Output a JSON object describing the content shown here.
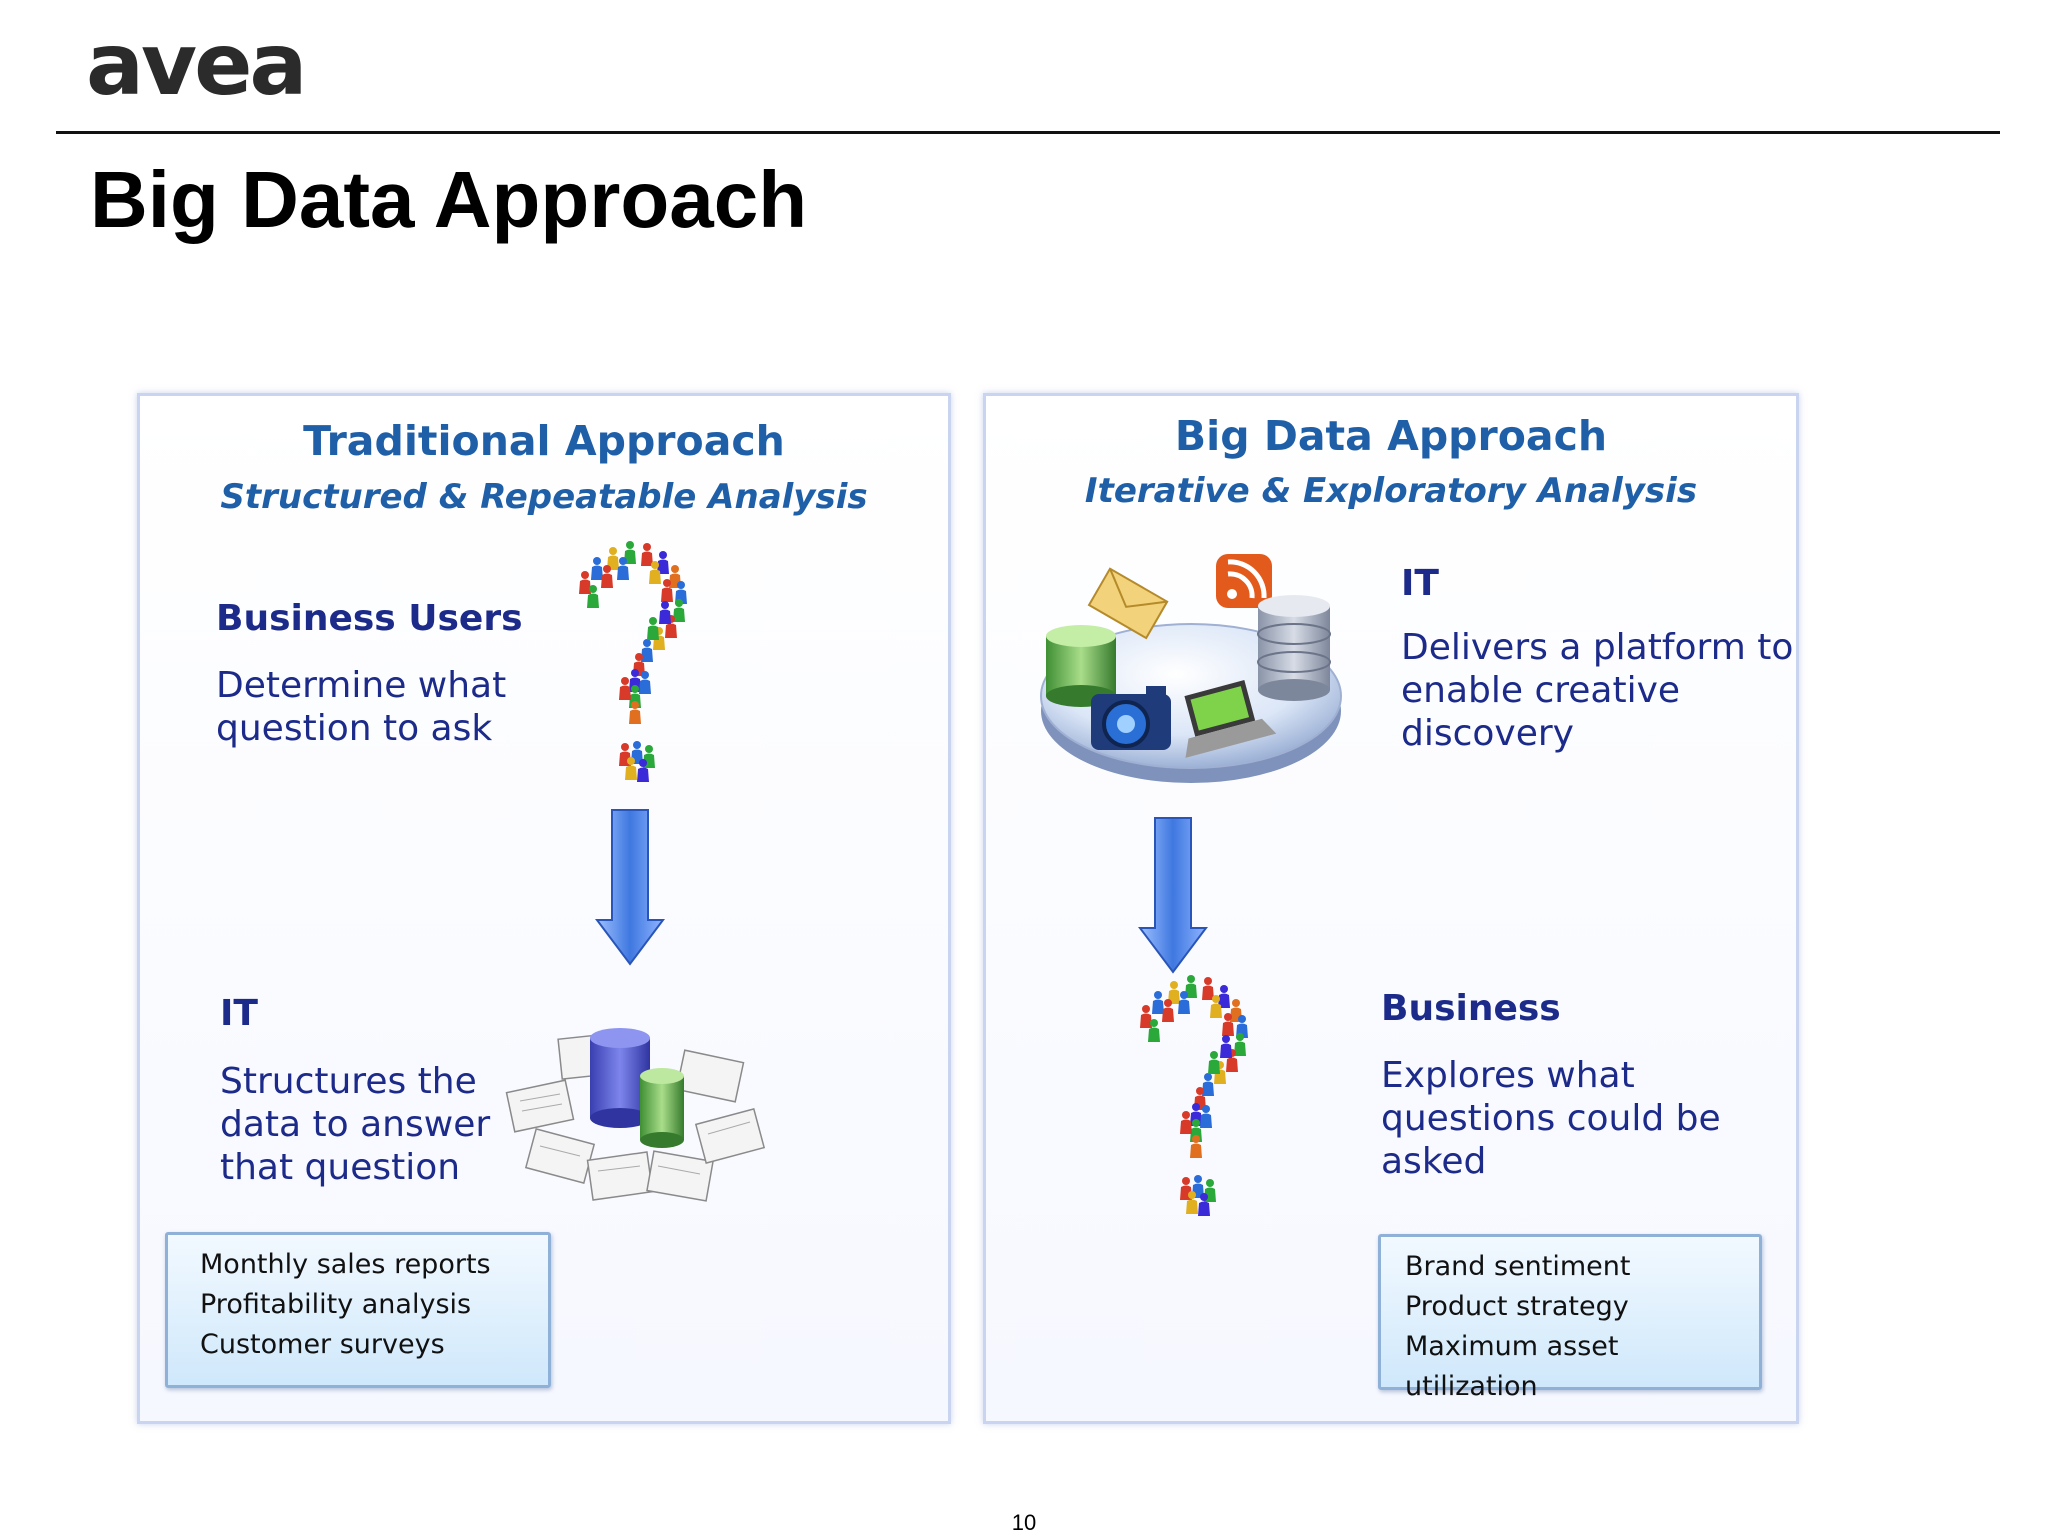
{
  "logo": {
    "text": "avea"
  },
  "slide": {
    "title": "Big Data Approach",
    "page_number": "10"
  },
  "left": {
    "title": "Traditional Approach",
    "subtitle": "Structured & Repeatable Analysis",
    "top_heading": "Business Users",
    "top_lines": [
      "Determine what",
      "question to ask"
    ],
    "bottom_heading": "IT",
    "bottom_lines": [
      "Structures the",
      "data to answer",
      "that question"
    ],
    "examples": [
      "Monthly sales reports",
      "Profitability analysis",
      "Customer surveys"
    ]
  },
  "right": {
    "title": "Big Data Approach",
    "subtitle": "Iterative & Exploratory Analysis",
    "top_heading": "IT",
    "top_lines": [
      "Delivers a platform to",
      "enable creative",
      "discovery"
    ],
    "bottom_heading": "Business",
    "bottom_lines": [
      "Explores what",
      "questions could be",
      "asked"
    ],
    "examples": [
      "Brand sentiment",
      "Product strategy",
      "Maximum asset utilization"
    ]
  },
  "colors": {
    "heading_blue": "#1f5fa8",
    "text_navy": "#1c2a8a",
    "arrow_blue": "#3f78e0"
  }
}
